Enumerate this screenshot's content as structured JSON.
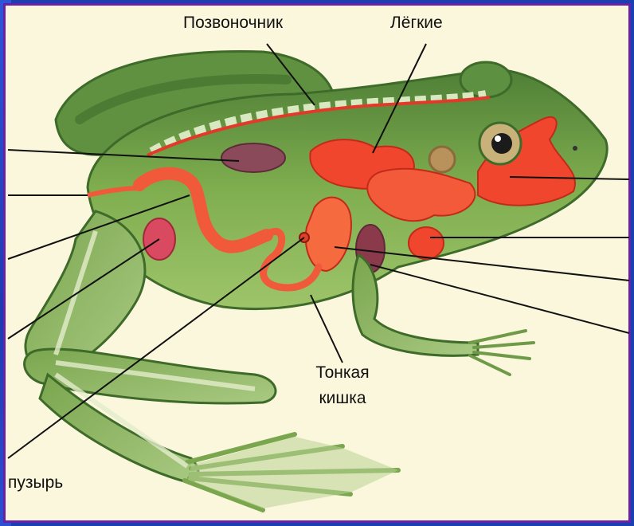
{
  "labels": {
    "spine": "Позвоночник",
    "lungs": "Лёгкие",
    "small_intestine_1": "Тонкая",
    "small_intestine_2": "кишка",
    "bladder": "пузырь"
  },
  "colors": {
    "background": "#fbf7dc",
    "frame": "#6a1fa8",
    "border_blue": "#1b3fb0",
    "skin_green": "#6fa04a",
    "organ_red": "#f0462e",
    "organ_purple": "#8a4a5a"
  }
}
